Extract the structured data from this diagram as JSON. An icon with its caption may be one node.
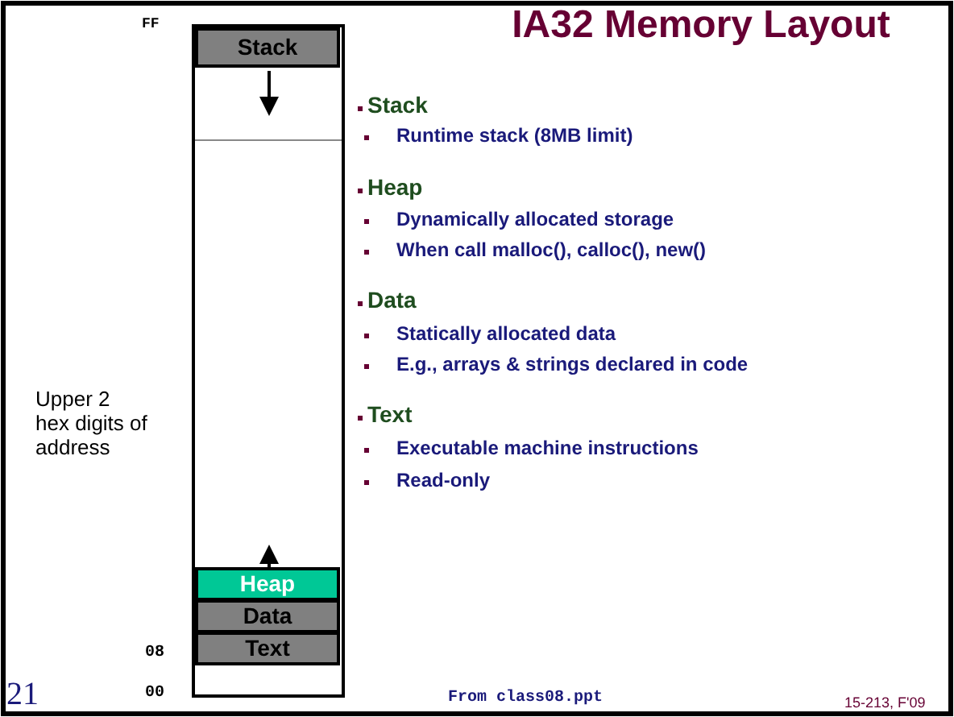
{
  "diagram": {
    "title": "IA32 Memory Layout",
    "nodes": [
      {
        "text": [
          "Stack"
        ]
      },
      {
        "text": [
          "Heap"
        ]
      },
      {
        "text": [
          "Data"
        ]
      },
      {
        "text": [
          "Text"
        ]
      }
    ],
    "labels": [
      "FF",
      "08",
      "00",
      "Upper 2 hex digits of address",
      "Stack",
      "Runtime stack (8MB limit)",
      "Heap",
      "Dynamically allocated storage",
      "When call malloc(), calloc(), new()",
      "Data",
      "Statically allocated data",
      "E.g., arrays & strings declared in code",
      "Text",
      "Executable machine instructions",
      "Read-only",
      "21",
      "From class08.ppt",
      "15-213, F'09"
    ]
  }
}
